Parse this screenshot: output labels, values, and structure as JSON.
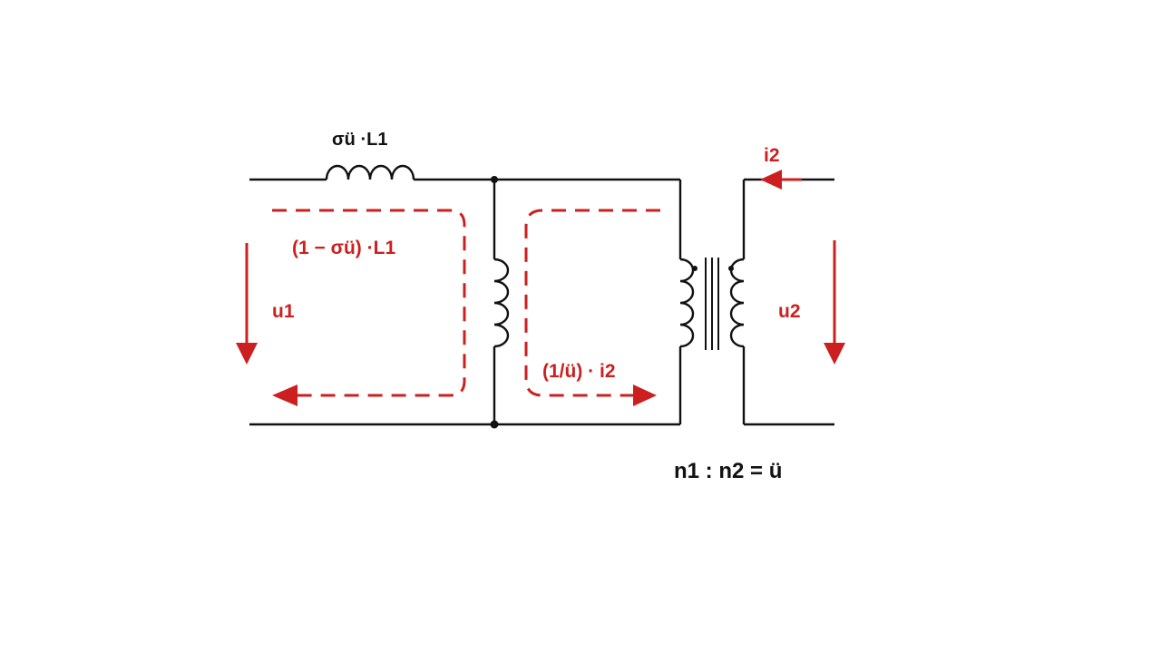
{
  "labels": {
    "leakage_inductance": "σü ·L1",
    "magnetizing_inductance": "(1 − σü) ·L1",
    "voltage_primary": "u1",
    "voltage_secondary": "u2",
    "current_secondary": "i2",
    "current_transformed": "(1/ü) · i2",
    "turns_ratio": "n1 : n2 = ü"
  },
  "colors": {
    "wire": "#111111",
    "annotation": "#cc1f1f"
  }
}
